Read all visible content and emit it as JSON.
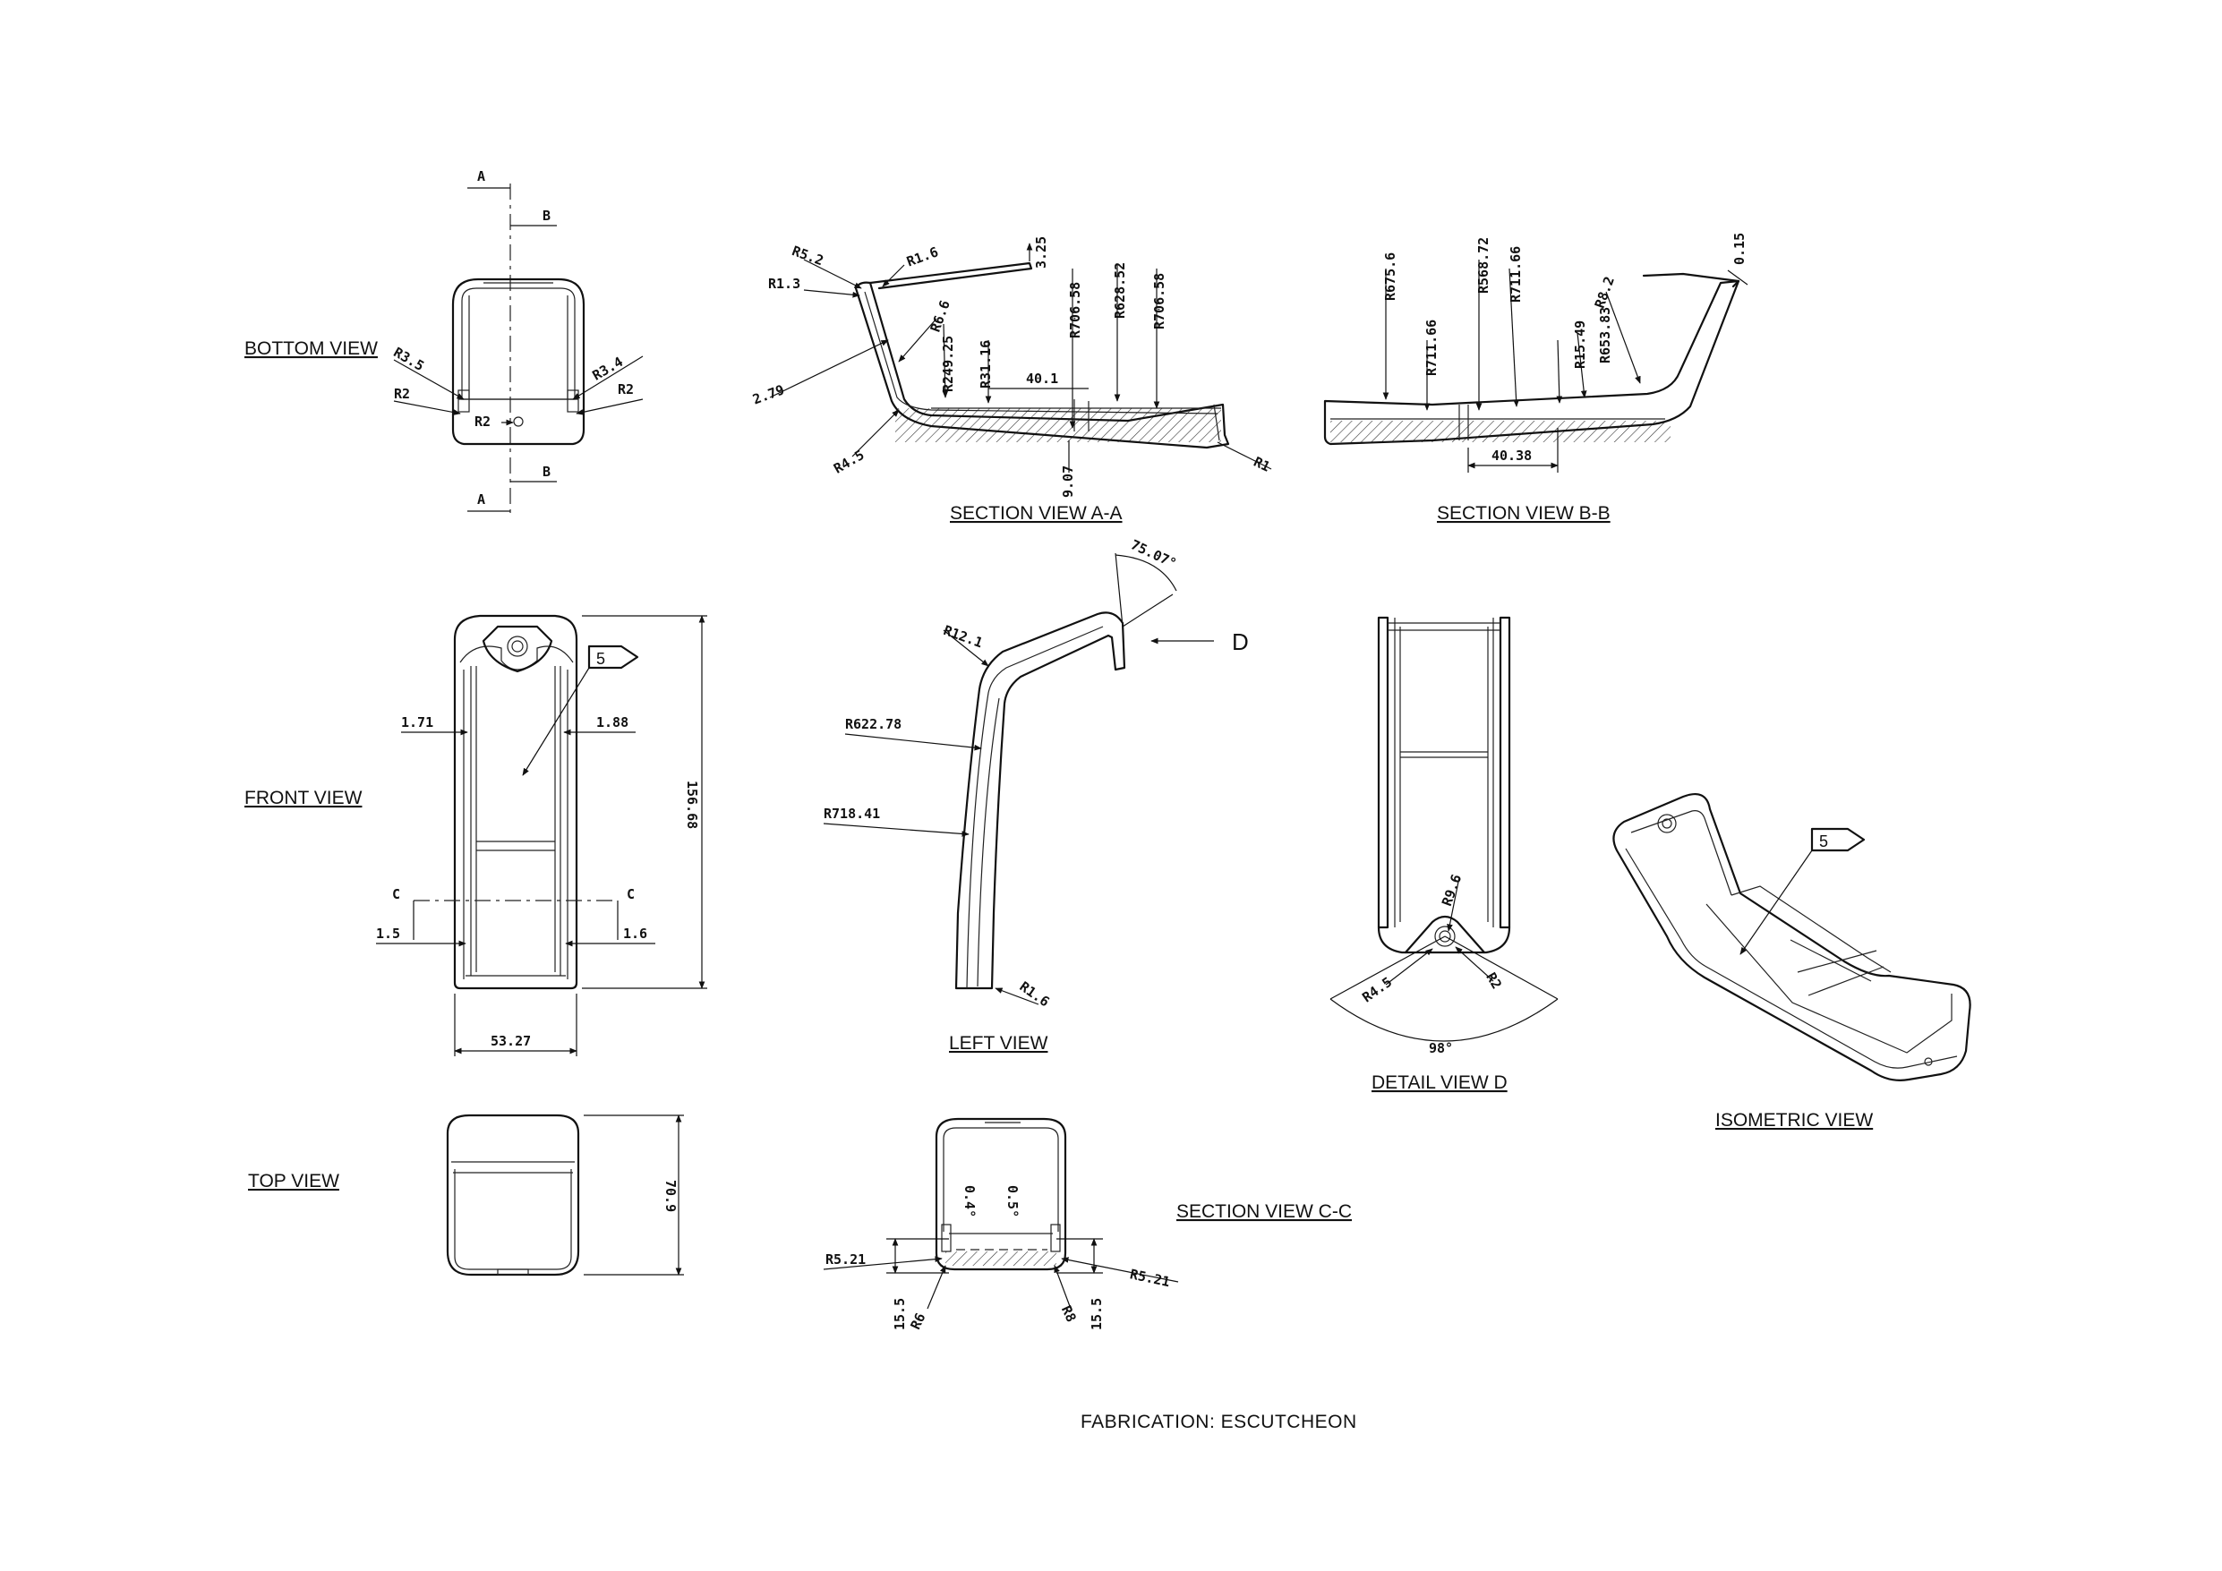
{
  "drawing": {
    "caption": "FABRICATION: ESCUTCHEON",
    "views": {
      "bottom": "BOTTOM VIEW",
      "section_aa": "SECTION VIEW A-A",
      "section_bb": "SECTION VIEW B-B",
      "front": "FRONT VIEW",
      "left": "LEFT VIEW",
      "detail_d": "DETAIL VIEW D",
      "isometric": "ISOMETRIC VIEW",
      "top": "TOP VIEW",
      "section_cc": "SECTION VIEW C-C"
    },
    "section_markers": {
      "a": "A",
      "b": "B",
      "c": "C",
      "d": "D"
    },
    "balloon": "5",
    "bottom_dims": {
      "r3_5": "R3.5",
      "r2_left": "R2",
      "r2_center": "R2",
      "r3_4": "R3.4",
      "r2_right": "R2"
    },
    "section_aa_dims": {
      "r5_2": "R5.2",
      "r1_3": "R1.3",
      "r1_6": "R1.6",
      "d3_25": "3.25",
      "r706_58_a": "R706.58",
      "r628_52": "R628.52",
      "r706_58_b": "R706.58",
      "r6_6": "R6.6",
      "r249_25": "R249.25",
      "r31_16": "R31.16",
      "d40_1": "40.1",
      "d2_79": "2.79",
      "r4_5": "R4.5",
      "d9_07": "9.07",
      "r1": "R1"
    },
    "section_bb_dims": {
      "r675_6": "R675.6",
      "r711_66_a": "R711.66",
      "r568_72": "R568.72",
      "r711_66_b": "R711.66",
      "r8_2": "R8.2",
      "r15_49": "R15.49",
      "r653_83": "R653.83",
      "d0_15": "0.15",
      "d40_38": "40.38"
    },
    "front_dims": {
      "d1_71": "1.71",
      "d1_88": "1.88",
      "d156_68": "156.68",
      "d1_5": "1.5",
      "d1_6": "1.6",
      "d53_27": "53.27"
    },
    "left_dims": {
      "a75_07": "75.07°",
      "r12_1": "R12.1",
      "r622_78": "R622.78",
      "r718_41": "R718.41",
      "r1_6": "R1.6"
    },
    "detail_dims": {
      "r9_6": "R9.6",
      "r4_5": "R4.5",
      "r2": "R2",
      "a98": "98°"
    },
    "top_dims": {
      "d70_9": "70.9"
    },
    "section_cc_dims": {
      "d0_4": "0.4°",
      "d0_5": "0.5°",
      "r5_21_left": "R5.21",
      "r5_21_right": "R5.21",
      "d15_5_left": "15.5",
      "d15_5_right": "15.5",
      "r6": "R6",
      "r8": "R8"
    }
  }
}
